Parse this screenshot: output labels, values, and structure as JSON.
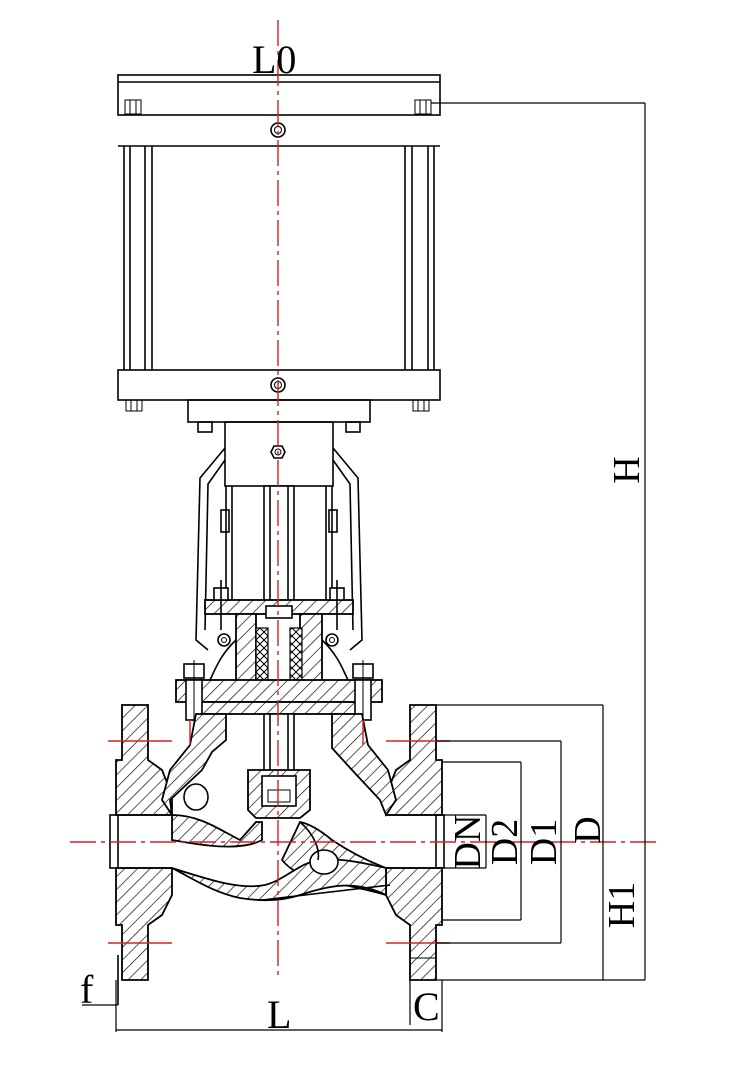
{
  "labels": {
    "L0": "L0",
    "H": "H",
    "H1": "H1",
    "DN": "DN",
    "D2": "D2",
    "D1": "D1",
    "D": "D",
    "L": "L",
    "f": "f",
    "C": "C"
  },
  "colors": {
    "outline": "#000000",
    "centerline": "#d62020",
    "background": "#ffffff"
  }
}
